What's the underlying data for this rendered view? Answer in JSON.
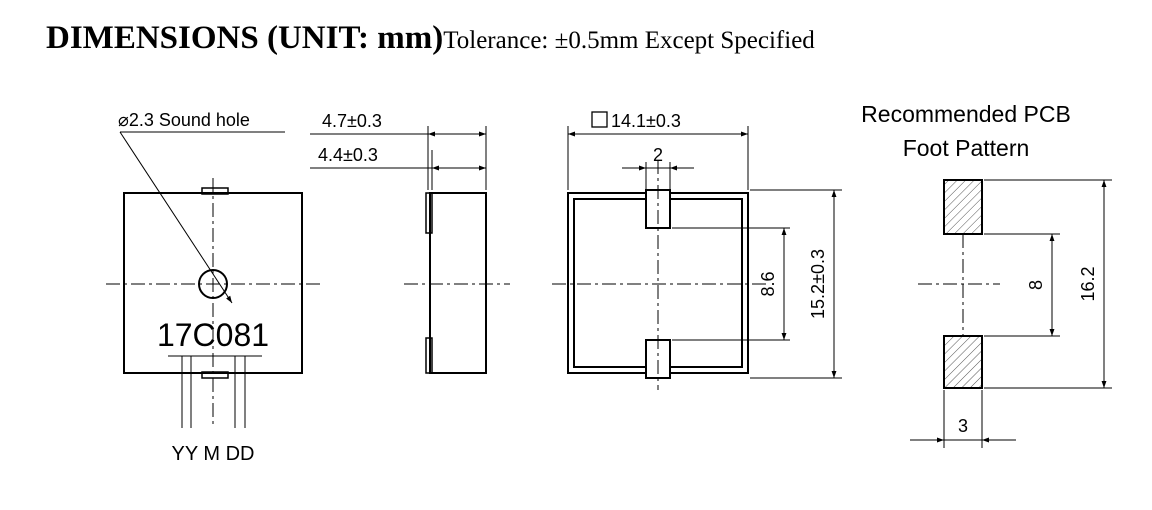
{
  "title": {
    "main": "DIMENSIONS (UNIT: mm)",
    "tolerance": "Tolerance:  ±0.5mm Except Specified"
  },
  "front_view": {
    "sound_hole_label": "⌀2.3 Sound hole",
    "marking": "17C081",
    "date_code": "YY M DD"
  },
  "side_view": {
    "total_height": "4.7±0.3",
    "body_height": "4.4±0.3"
  },
  "bottom_view": {
    "width": "14.1±0.3",
    "pad_width": "2",
    "inner_span": "8.6",
    "length": "15.2±0.3"
  },
  "pcb_pattern": {
    "heading_line1": "Recommended PCB",
    "heading_line2": "Foot Pattern",
    "pad_gap": "8",
    "overall": "16.2",
    "pad_width": "3"
  },
  "colors": {
    "ink": "#000000",
    "hatch": "#555555",
    "background": "#ffffff"
  }
}
